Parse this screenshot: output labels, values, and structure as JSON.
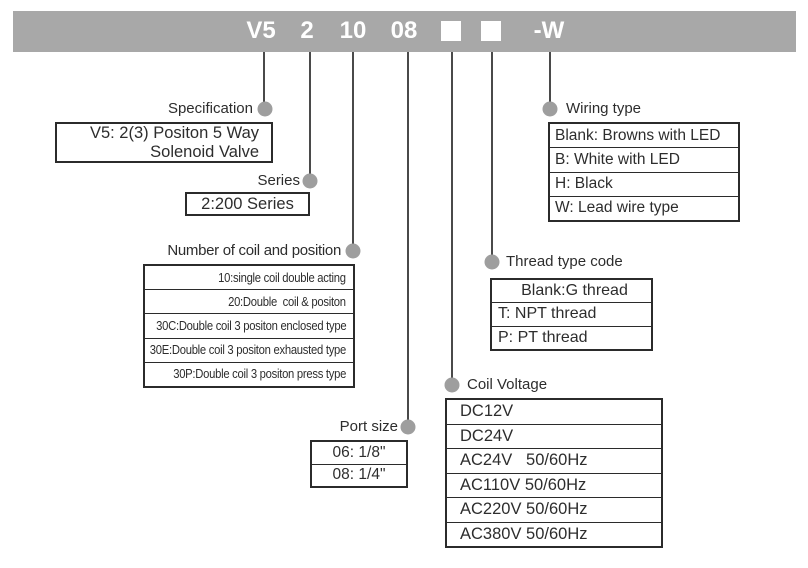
{
  "colors": {
    "bar_background": "#a8a8a8",
    "bar_text": "#ffffff",
    "connector_dot": "#9e9e9e",
    "connector_line": "#4a4a4a",
    "box_border": "#2b2b2b",
    "text": "#2d2d2d"
  },
  "header": {
    "segments": [
      {
        "type": "text",
        "text": "V5"
      },
      {
        "type": "text",
        "text": "2"
      },
      {
        "type": "text",
        "text": "10"
      },
      {
        "type": "text",
        "text": "08"
      },
      {
        "type": "box",
        "text": "■"
      },
      {
        "type": "box",
        "text": "■"
      },
      {
        "type": "text",
        "text": "-W"
      }
    ]
  },
  "sections": {
    "specification": {
      "label": "Specification",
      "lines": [
        "V5: 2(3) Positon 5 Way",
        "Solenoid Valve"
      ]
    },
    "series": {
      "label": "Series",
      "rows": [
        "2:200 Series"
      ]
    },
    "coil_position": {
      "label": "Number of coil and position",
      "rows": [
        "10:single coil double acting",
        "20:Double  coil & positon",
        "30C:Double coil 3 positon enclosed type",
        "30E:Double coil 3 positon exhausted type",
        "30P:Double coil 3 positon press type"
      ]
    },
    "port_size": {
      "label": "Port size",
      "rows": [
        "06: 1/8\"",
        "08: 1/4\""
      ]
    },
    "coil_voltage": {
      "label": "Coil Voltage",
      "rows": [
        "DC12V",
        "DC24V",
        "AC24V   50/60Hz",
        "AC110V 50/60Hz",
        "AC220V 50/60Hz",
        "AC380V 50/60Hz"
      ]
    },
    "thread_type": {
      "label": "Thread type code",
      "rows": [
        "Blank:G thread",
        "T: NPT thread",
        "P: PT thread"
      ]
    },
    "wiring_type": {
      "label": "Wiring type",
      "rows": [
        "Blank: Browns with LED",
        "B: White with LED",
        "H: Black",
        "W: Lead wire type"
      ]
    }
  }
}
